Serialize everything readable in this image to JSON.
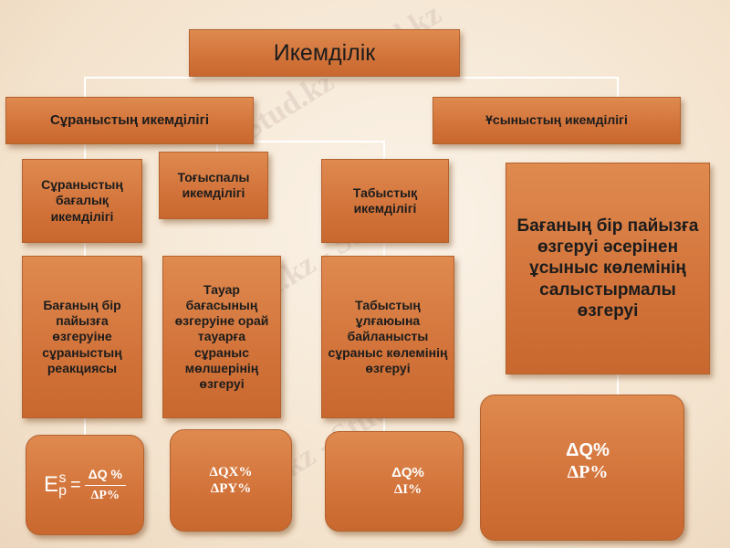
{
  "root": {
    "title": "Икемділік"
  },
  "demand": {
    "title": "Сұраныстың икемділігі",
    "price": {
      "title": "Сұраныстың бағалық икемділігі",
      "description": "Бағаның бір пайызға өзгеруіне сұраныстың реакциясы"
    },
    "cross": {
      "title": "Тоғыспалы икемділігі",
      "description": "Тауар бағасының өзгеруіне орай тауарға сұраныс мөлшерінің өзгеруі"
    }
  },
  "income": {
    "title": "Табыстық икемділігі",
    "description": "Табыстың ұлғаюына байланысты сұраныс көлемінің өзгеруі"
  },
  "supply": {
    "title": "Ұсыныстың икемділігі",
    "description": "Бағаның бір пайызға өзгеруі әсерінен ұсыныс көлемінің салыстырмалы өзгеруі"
  },
  "formulas": {
    "price": {
      "symbol": "E",
      "sup": "s",
      "sub": "p",
      "eq": "=",
      "numerator": "ΔQ %",
      "denominator": "ΔP%"
    },
    "cross": {
      "numerator": "ΔQX%",
      "denominator": "ΔPY%"
    },
    "income": {
      "numerator": "ΔQ%",
      "denominator": "ΔI%"
    },
    "supply": {
      "numerator": "ΔQ%",
      "denominator": "ΔP%"
    }
  },
  "watermark": "Stud.kz - Stud.kz",
  "colors": {
    "box": "#d2733a",
    "connector": "#ffffff",
    "background": "#f3e2cc"
  }
}
